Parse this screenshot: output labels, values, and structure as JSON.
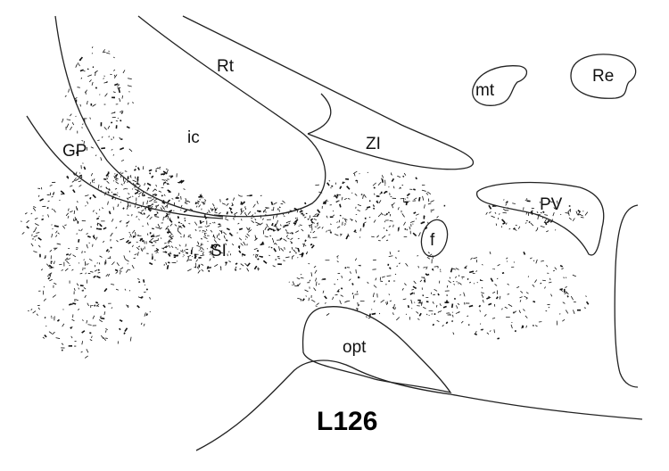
{
  "figure": {
    "section_id": "L126",
    "regions": {
      "rt": "Rt",
      "mt": "mt",
      "re": "Re",
      "ic": "ic",
      "zi": "ZI",
      "gp": "GP",
      "pv": "PV",
      "si": "SI",
      "f": "f",
      "opt": "opt"
    },
    "ink_color": "#111111"
  }
}
